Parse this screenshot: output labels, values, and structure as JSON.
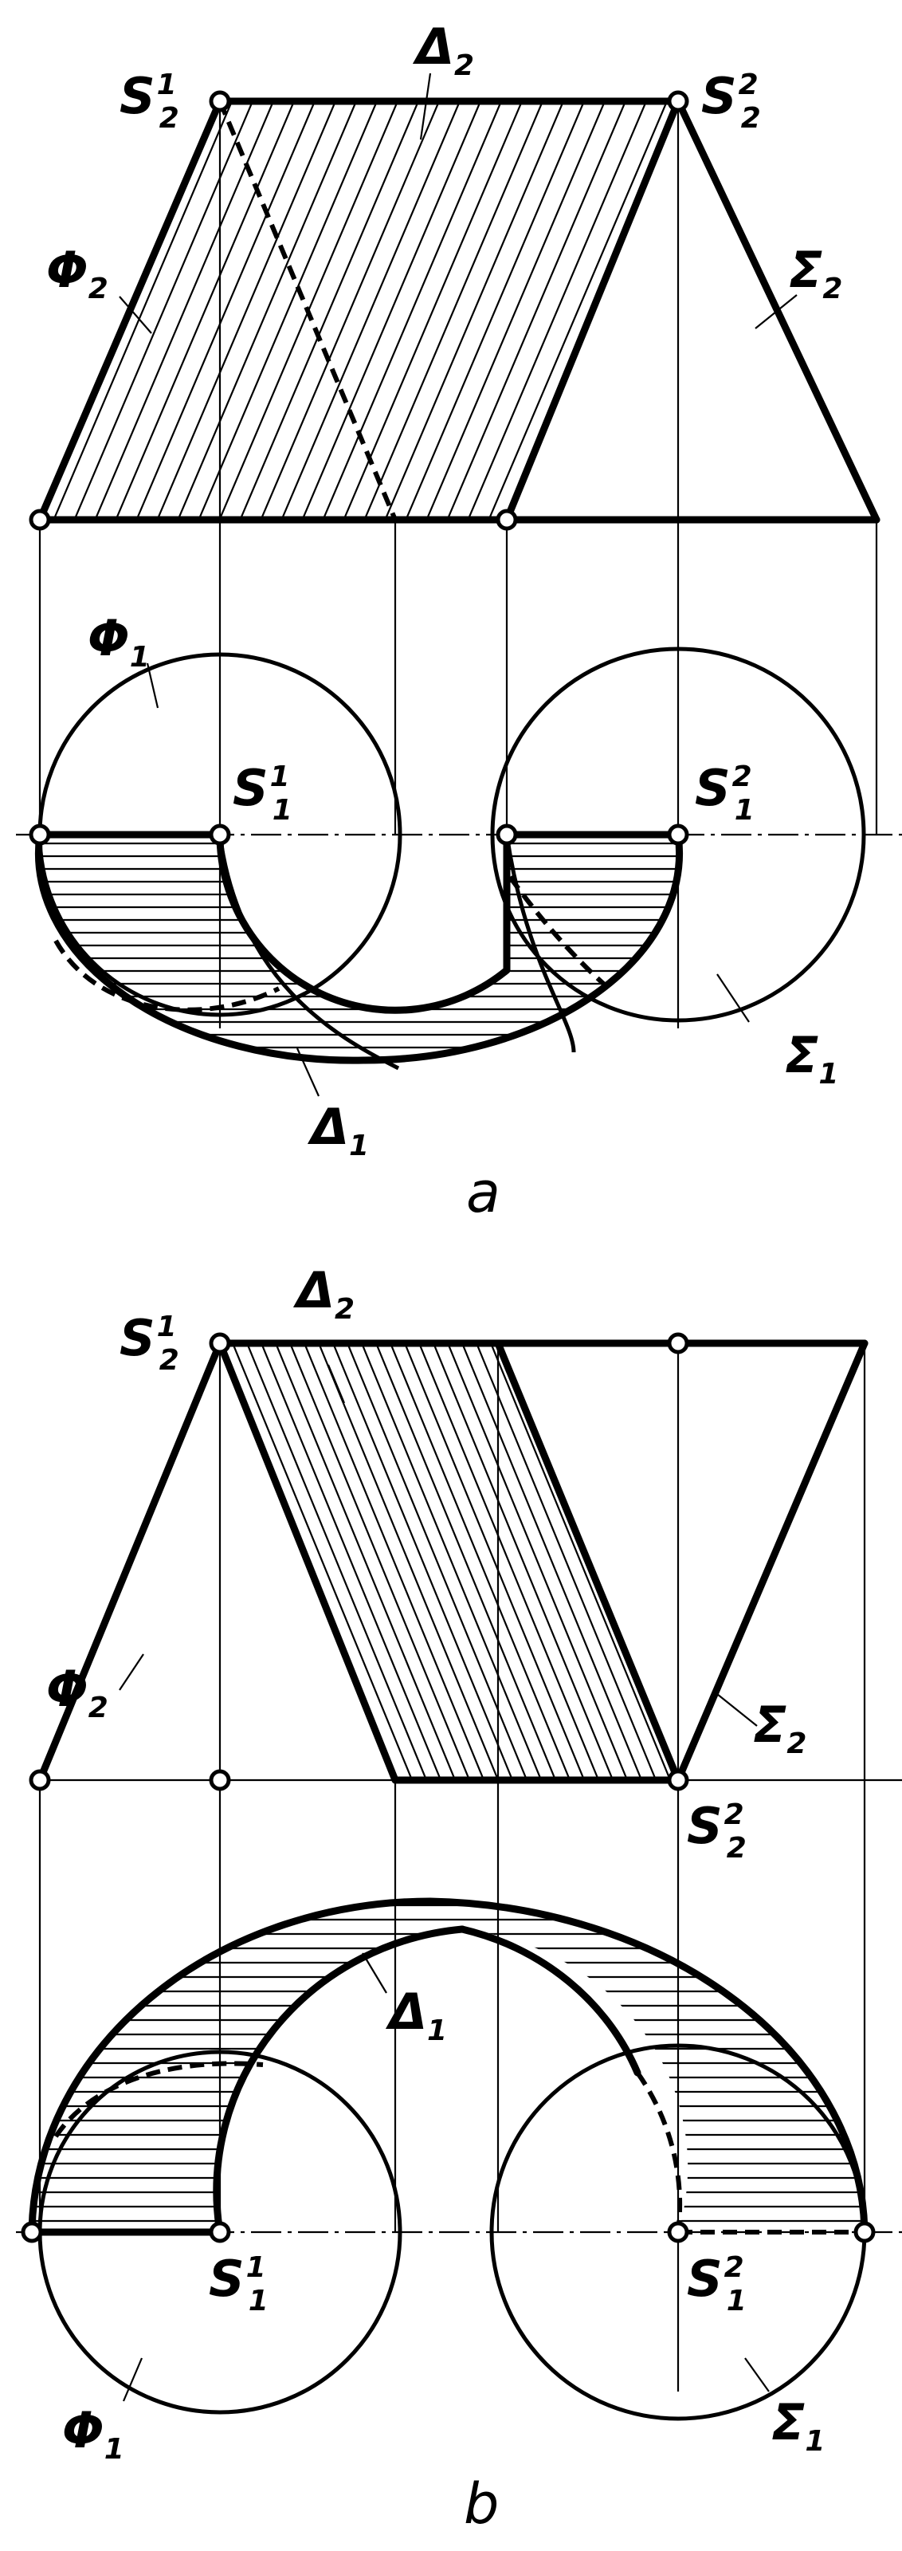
{
  "figure_a": {
    "caption": "a",
    "labels": {
      "s2_1": {
        "base": "S",
        "sub": "2",
        "sup": "1"
      },
      "s2_2": {
        "base": "S",
        "sub": "2",
        "sup": "2"
      },
      "delta2": {
        "base": "Δ",
        "sub": "2"
      },
      "phi2": {
        "base": "Φ",
        "sub": "2"
      },
      "sigma2": {
        "base": "Σ",
        "sub": "2"
      },
      "phi1": {
        "base": "Φ",
        "sub": "1"
      },
      "s1_1": {
        "base": "S",
        "sub": "1",
        "sup": "1"
      },
      "s1_2": {
        "base": "S",
        "sub": "1",
        "sup": "2"
      },
      "sigma1": {
        "base": "Σ",
        "sub": "1"
      },
      "delta1": {
        "base": "Δ",
        "sub": "1"
      }
    }
  },
  "figure_b": {
    "caption": "b",
    "labels": {
      "s2_1": {
        "base": "S",
        "sub": "2",
        "sup": "1"
      },
      "delta2": {
        "base": "Δ",
        "sub": "2"
      },
      "phi2": {
        "base": "Φ",
        "sub": "2"
      },
      "sigma2": {
        "base": "Σ",
        "sub": "2"
      },
      "s2_2": {
        "base": "S",
        "sub": "2",
        "sup": "2"
      },
      "delta1": {
        "base": "Δ",
        "sub": "1"
      },
      "s1_1": {
        "base": "S",
        "sub": "1",
        "sup": "1"
      },
      "s1_2": {
        "base": "S",
        "sub": "1",
        "sup": "2"
      },
      "phi1": {
        "base": "Φ",
        "sub": "1"
      },
      "sigma1": {
        "base": "Σ",
        "sub": "1"
      }
    }
  }
}
